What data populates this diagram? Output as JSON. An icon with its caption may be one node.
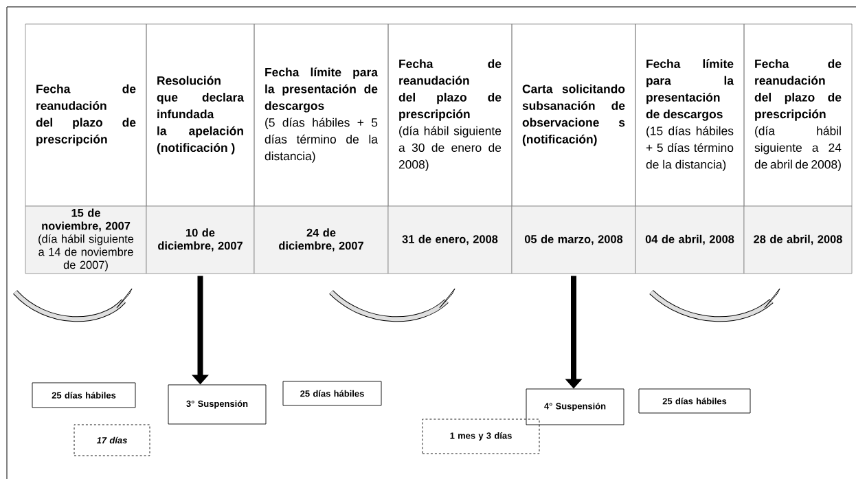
{
  "diagram": {
    "nodes": [
      {
        "text": [
          "Fecha de reanudación del plazo de prescripción"
        ]
      },
      {
        "text": [
          "Resolución que declara infundada la apelación (notificación )"
        ]
      },
      {
        "text": [
          "Fecha límite para la presentación de descargos",
          "(5 días hábiles + 5 días término de la distancia)"
        ]
      },
      {
        "text": [
          "Fecha de reanudación del plazo de prescripción",
          "(día hábil siguiente a 30 de enero de 2008)"
        ]
      },
      {
        "text": [
          "Carta solicitando subsanación de observacione s (notificación)"
        ]
      },
      {
        "text": [
          "Fecha límite para la presentación de descargos",
          "(15 días hábiles + 5 días término de la distancia)"
        ]
      },
      {
        "text": [
          "Fecha de reanudación del plazo de prescripción",
          "(día hábil siguiente a 24 de abril de 2008)"
        ]
      },
      {
        "text": [
          "15 de noviembre, 2007",
          "(día hábil siguiente a 14 de noviembre de 2007)"
        ]
      },
      {
        "text": [
          "10 de diciembre, 2007"
        ]
      },
      {
        "text": [
          "24 de diciembre, 2007"
        ]
      },
      {
        "text": [
          "31 de enero, 2008"
        ]
      },
      {
        "text": [
          "05 de marzo, 2008"
        ]
      },
      {
        "text": [
          "04 de abril, 2008"
        ]
      },
      {
        "text": [
          "28 de abril, 2008"
        ]
      },
      {
        "text": [
          "25 días hábiles"
        ]
      },
      {
        "text": [
          "3° Suspensión"
        ]
      },
      {
        "text": [
          "25 días hábiles"
        ]
      },
      {
        "text": [
          "4° Suspensión"
        ]
      },
      {
        "text": [
          "25 días hábiles"
        ]
      },
      {
        "text": [
          "17 días"
        ]
      },
      {
        "text": [
          "1 mes y 3 días"
        ]
      }
    ],
    "edges": [
      {
        "from": 8,
        "to": 15,
        "arrow": "to"
      },
      {
        "from": 11,
        "to": 17,
        "arrow": "to"
      }
    ]
  }
}
